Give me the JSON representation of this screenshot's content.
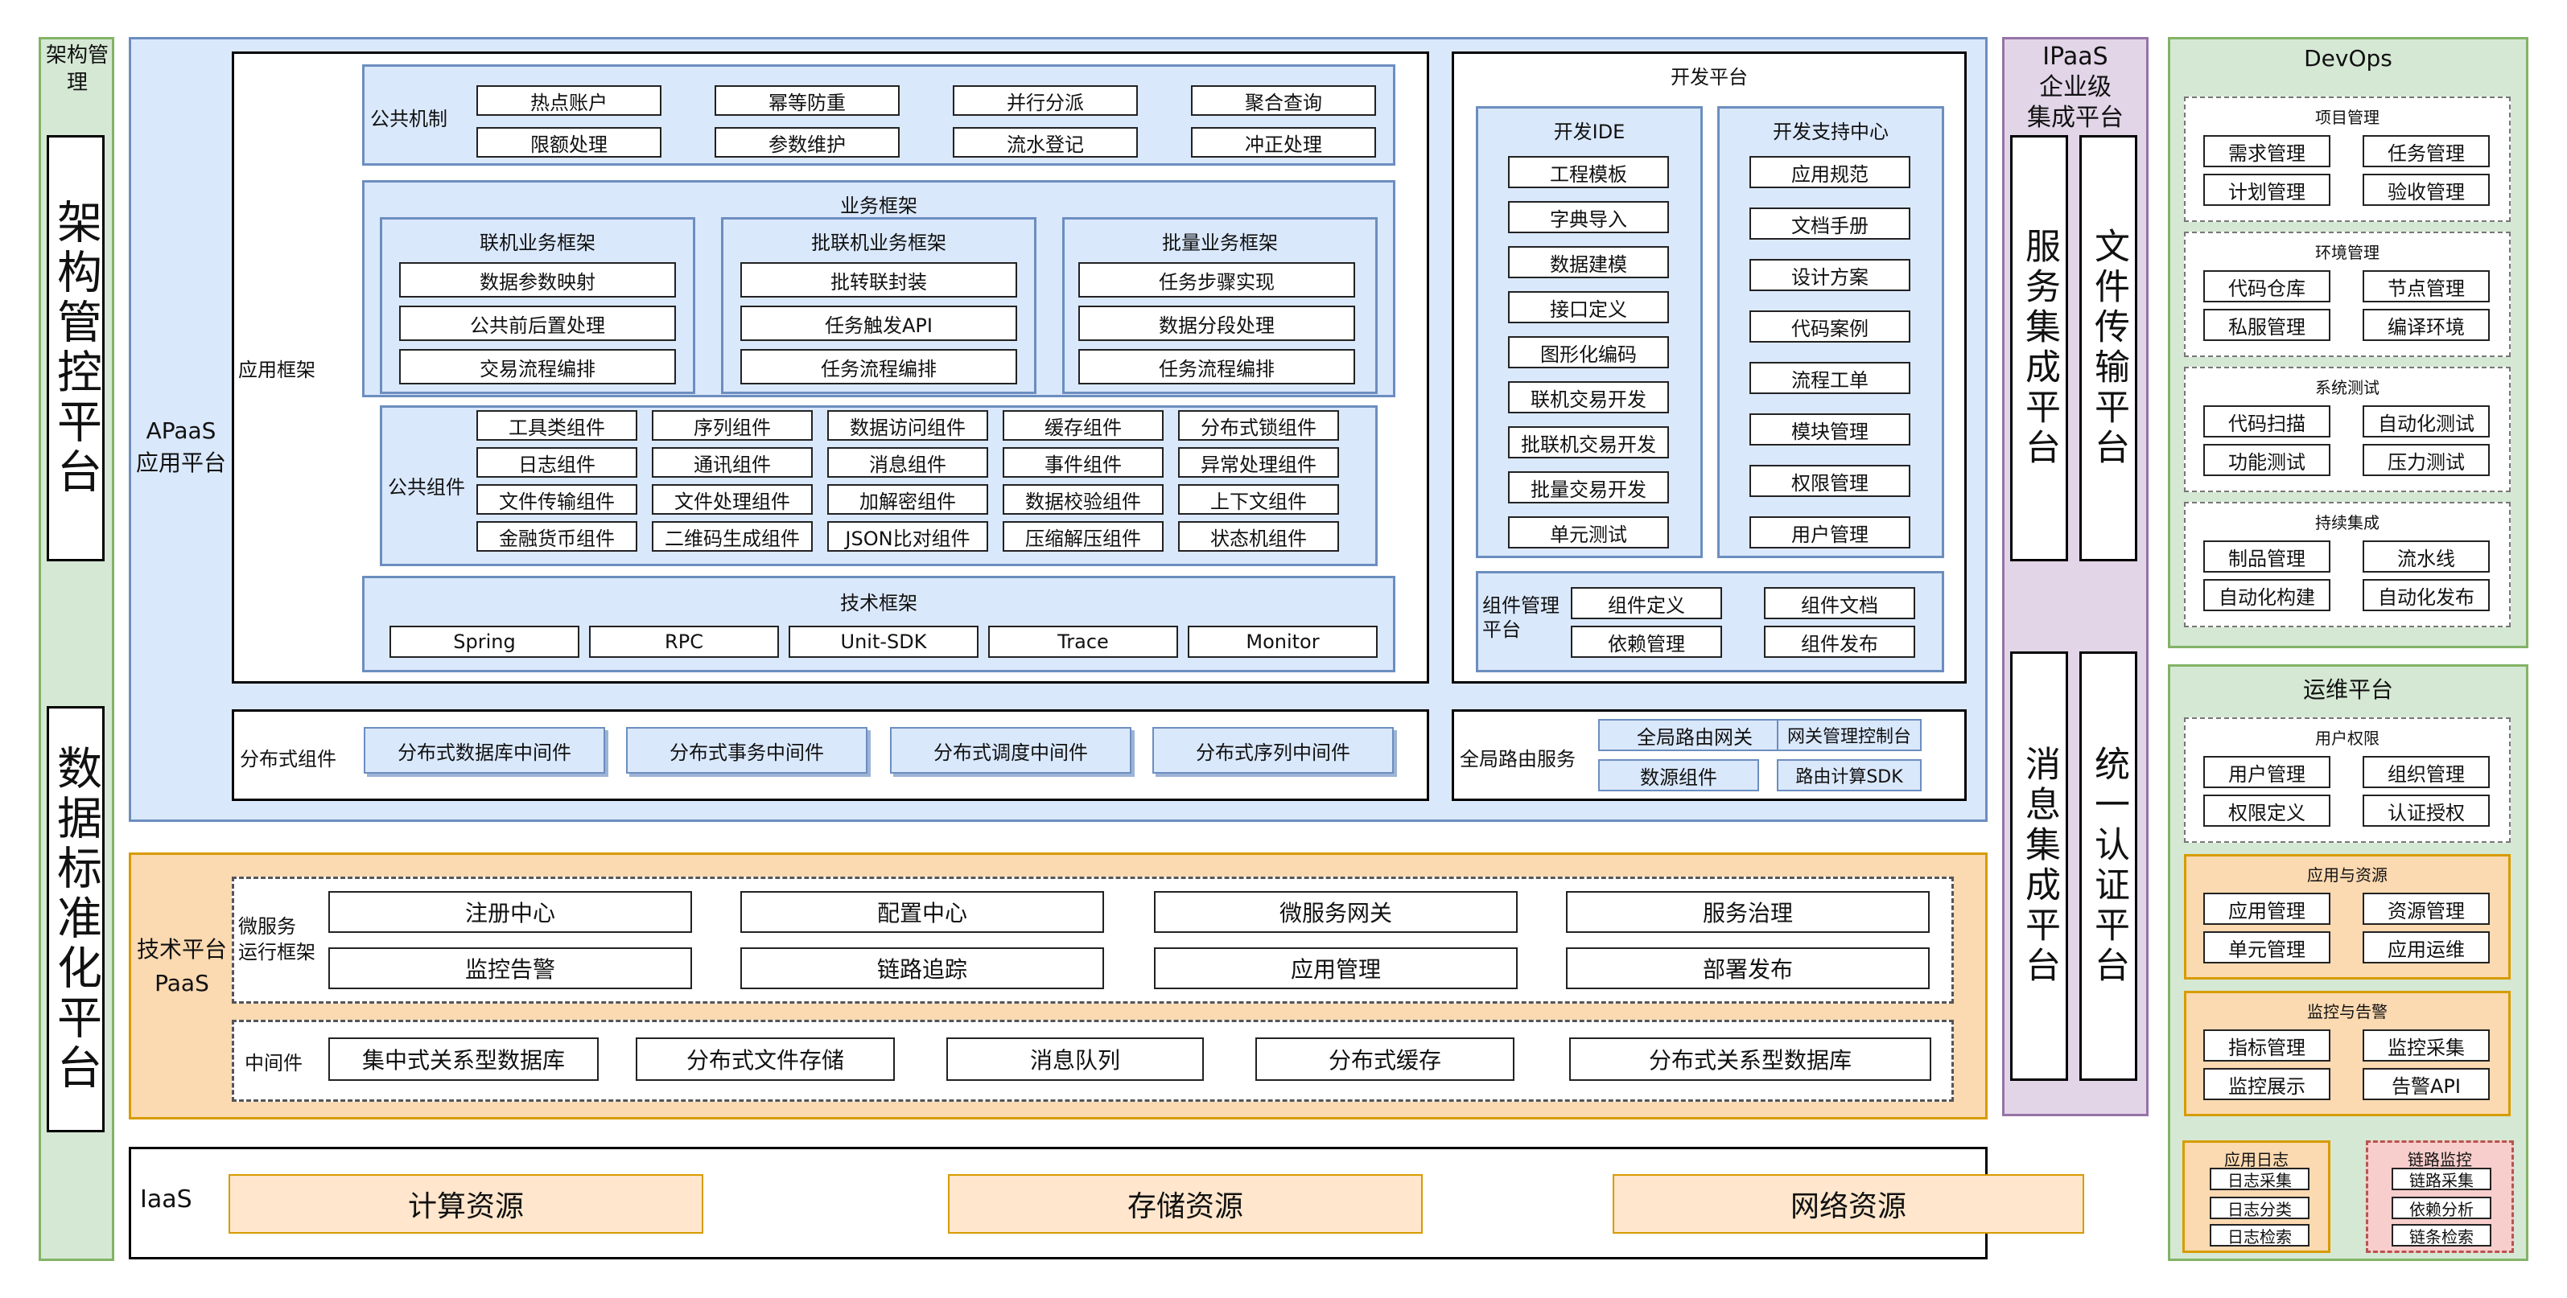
{
  "left": {
    "top_label": "架构管理",
    "arch_control": "架构管控平台",
    "data_std": "数据标准化平台"
  },
  "apaas": {
    "label": "APaaS\n应用平台",
    "app_framework_label": "应用框架",
    "public_mech": {
      "label": "公共机制",
      "items": [
        "热点账户",
        "幂等防重",
        "并行分派",
        "聚合查询",
        "限额处理",
        "参数维护",
        "流水登记",
        "冲正处理"
      ]
    },
    "business": {
      "title": "业务框架",
      "groups": [
        {
          "title": "联机业务框架",
          "items": [
            "数据参数映射",
            "公共前后置处理",
            "交易流程编排"
          ]
        },
        {
          "title": "批联机业务框架",
          "items": [
            "批转联封装",
            "任务触发API",
            "任务流程编排"
          ]
        },
        {
          "title": "批量业务框架",
          "items": [
            "任务步骤实现",
            "数据分段处理",
            "任务流程编排"
          ]
        }
      ]
    },
    "public_components": {
      "label": "公共组件",
      "rows": [
        [
          "工具类组件",
          "序列组件",
          "数据访问组件",
          "缓存组件",
          "分布式锁组件"
        ],
        [
          "日志组件",
          "通讯组件",
          "消息组件",
          "事件组件",
          "异常处理组件"
        ],
        [
          "文件传输组件",
          "文件处理组件",
          "加解密组件",
          "数据校验组件",
          "上下文组件"
        ],
        [
          "金融货币组件",
          "二维码生成组件",
          "JSON比对组件",
          "压缩解压组件",
          "状态机组件"
        ]
      ]
    },
    "tech_framework": {
      "title": "技术框架",
      "items": [
        "Spring",
        "RPC",
        "Unit-SDK",
        "Trace",
        "Monitor"
      ]
    },
    "dev_platform": {
      "title": "开发平台",
      "ide": {
        "title": "开发IDE",
        "items": [
          "工程模板",
          "字典导入",
          "数据建模",
          "接口定义",
          "图形化编码",
          "联机交易开发",
          "批联机交易开发",
          "批量交易开发",
          "单元测试"
        ]
      },
      "support": {
        "title": "开发支持中心",
        "items": [
          "应用规范",
          "文档手册",
          "设计方案",
          "代码案例",
          "流程工单",
          "模块管理",
          "权限管理",
          "用户管理"
        ]
      },
      "component_mgmt": {
        "label": "组件管理\n平台",
        "items": [
          "组件定义",
          "组件文档",
          "依赖管理",
          "组件发布"
        ]
      }
    },
    "distributed": {
      "label": "分布式组件",
      "items": [
        "分布式数据库中间件",
        "分布式事务中间件",
        "分布式调度中间件",
        "分布式序列中间件"
      ]
    },
    "routing": {
      "label": "全局路由服务",
      "items": [
        "全局路由网关",
        "网关管理控制台",
        "数源组件",
        "路由计算SDK"
      ]
    }
  },
  "paas": {
    "label": "技术平台\nPaaS",
    "micro": {
      "label": "微服务\n运行框架",
      "items": [
        "注册中心",
        "配置中心",
        "微服务网关",
        "服务治理",
        "监控告警",
        "链路追踪",
        "应用管理",
        "部署发布"
      ]
    },
    "middleware": {
      "label": "中间件",
      "items": [
        "集中式关系型数据库",
        "分布式文件存储",
        "消息队列",
        "分布式缓存",
        "分布式关系型数据库"
      ]
    }
  },
  "iaas": {
    "label": "IaaS",
    "items": [
      "计算资源",
      "存储资源",
      "网络资源"
    ]
  },
  "ipaas": {
    "title": "IPaaS\n企业级\n集成平台",
    "cols": [
      "服务集成平台",
      "文件传输平台",
      "消息集成平台",
      "统一认证平台"
    ]
  },
  "devops": {
    "title": "DevOps",
    "sections": [
      {
        "title": "项目管理",
        "items": [
          "需求管理",
          "任务管理",
          "计划管理",
          "验收管理"
        ]
      },
      {
        "title": "环境管理",
        "items": [
          "代码仓库",
          "节点管理",
          "私服管理",
          "编译环境"
        ]
      },
      {
        "title": "系统测试",
        "items": [
          "代码扫描",
          "自动化测试",
          "功能测试",
          "压力测试"
        ]
      },
      {
        "title": "持续集成",
        "items": [
          "制品管理",
          "流水线",
          "自动化构建",
          "自动化发布"
        ]
      }
    ]
  },
  "ops": {
    "title": "运维平台",
    "sections": [
      {
        "title": "用户权限",
        "items": [
          "用户管理",
          "组织管理",
          "权限定义",
          "认证授权"
        ]
      },
      {
        "title": "应用与资源",
        "items": [
          "应用管理",
          "资源管理",
          "单元管理",
          "应用运维"
        ]
      },
      {
        "title": "监控与告警",
        "items": [
          "指标管理",
          "监控采集",
          "监控展示",
          "告警API"
        ]
      }
    ],
    "app_log": {
      "title": "应用日志",
      "items": [
        "日志采集",
        "日志分类",
        "日志检索"
      ]
    },
    "trace_mon": {
      "title": "链路监控",
      "items": [
        "链路采集",
        "依赖分析",
        "链条检索"
      ]
    }
  },
  "colors": {
    "green": "#d5e8d4",
    "blue": "#dae8fc",
    "orange": "#fbd9b1",
    "purple": "#e1d5e7",
    "pink": "#f8cecc",
    "peach": "#ffe6cc"
  }
}
